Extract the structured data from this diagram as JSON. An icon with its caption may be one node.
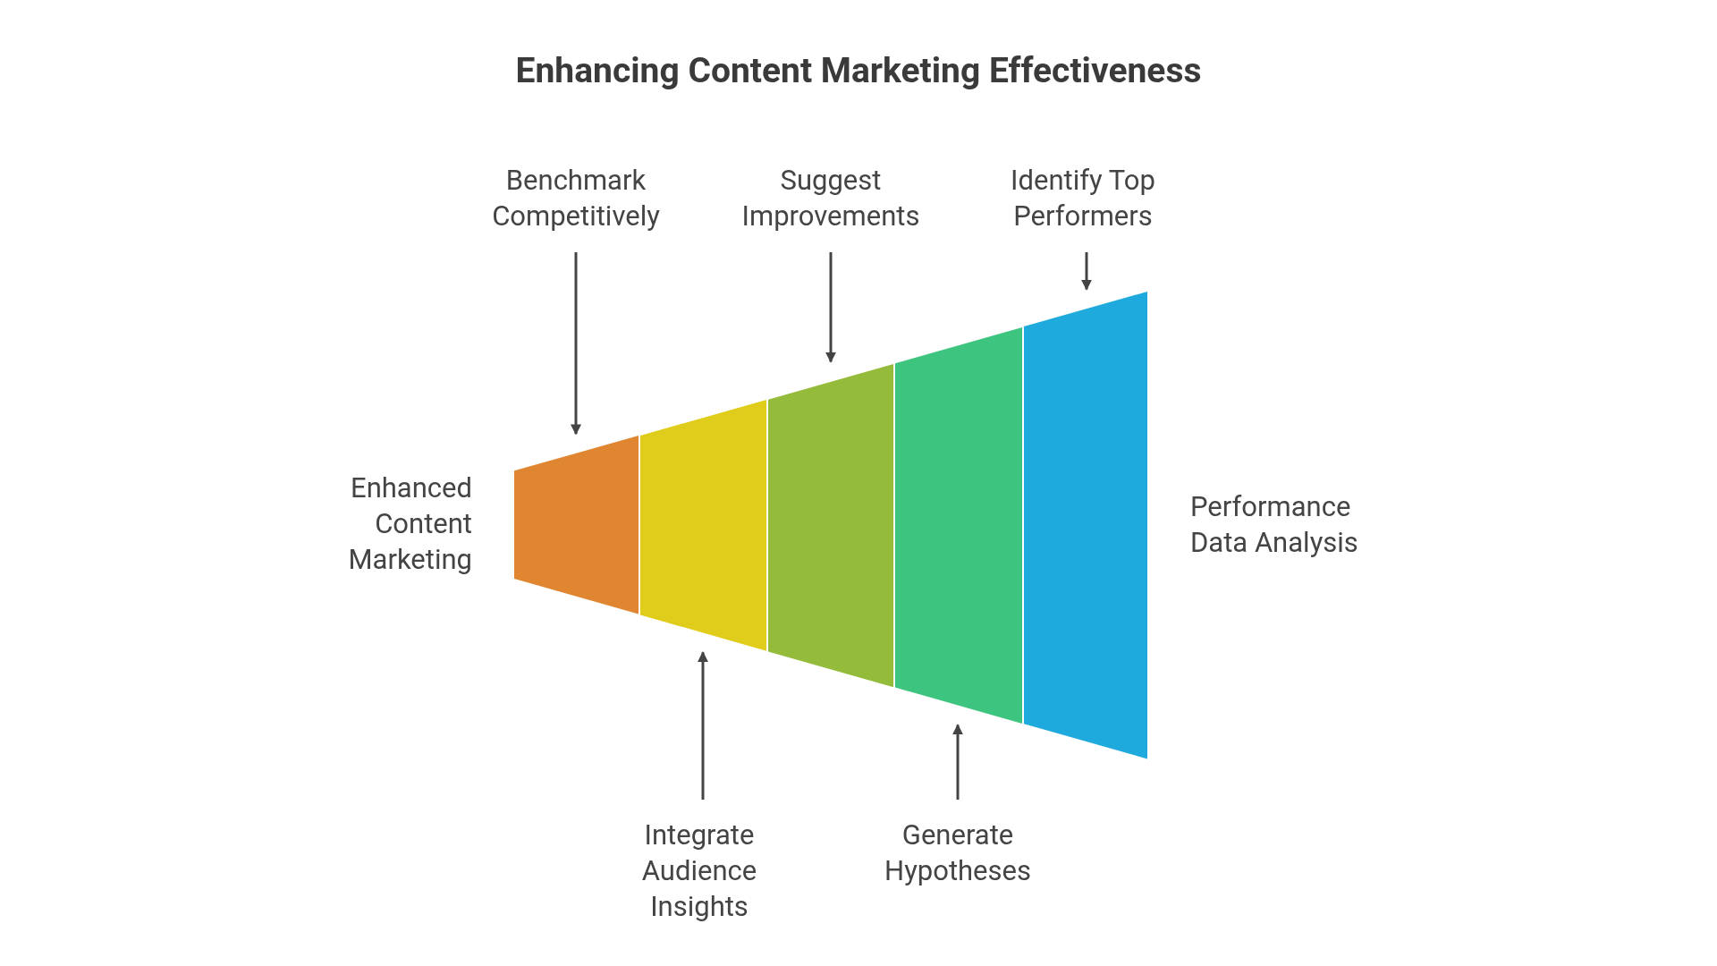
{
  "diagram": {
    "title": "Enhancing Content Marketing Effectiveness",
    "nodes": [
      {
        "text": [
          "Benchmark Competitively"
        ]
      },
      {
        "text": [
          "Suggest Improvements"
        ]
      },
      {
        "text": [
          "Identify Top Performers"
        ]
      },
      {
        "text": [],
        "shape": "trapezoid"
      },
      {
        "text": [],
        "shape": "trapezoid"
      },
      {
        "text": [],
        "shape": "trapezoid"
      },
      {
        "text": [],
        "shape": "trapezoid"
      },
      {
        "text": [],
        "shape": "trapezoid"
      },
      {
        "text": [
          "Integrate Audience Insights"
        ]
      },
      {
        "text": [
          "Generate Hypotheses"
        ]
      }
    ],
    "edges": [
      {
        "from": 0,
        "to": 3,
        "arrow": "to"
      },
      {
        "from": 1,
        "to": 5,
        "arrow": "to"
      },
      {
        "from": 2,
        "to": 7,
        "arrow": "to"
      },
      {
        "from": 8,
        "to": 4,
        "arrow": "to"
      },
      {
        "from": 9,
        "to": 6,
        "arrow": "to"
      }
    ],
    "labels": [
      "Enhanced Content Marketing",
      "Performance Data Analysis"
    ]
  }
}
